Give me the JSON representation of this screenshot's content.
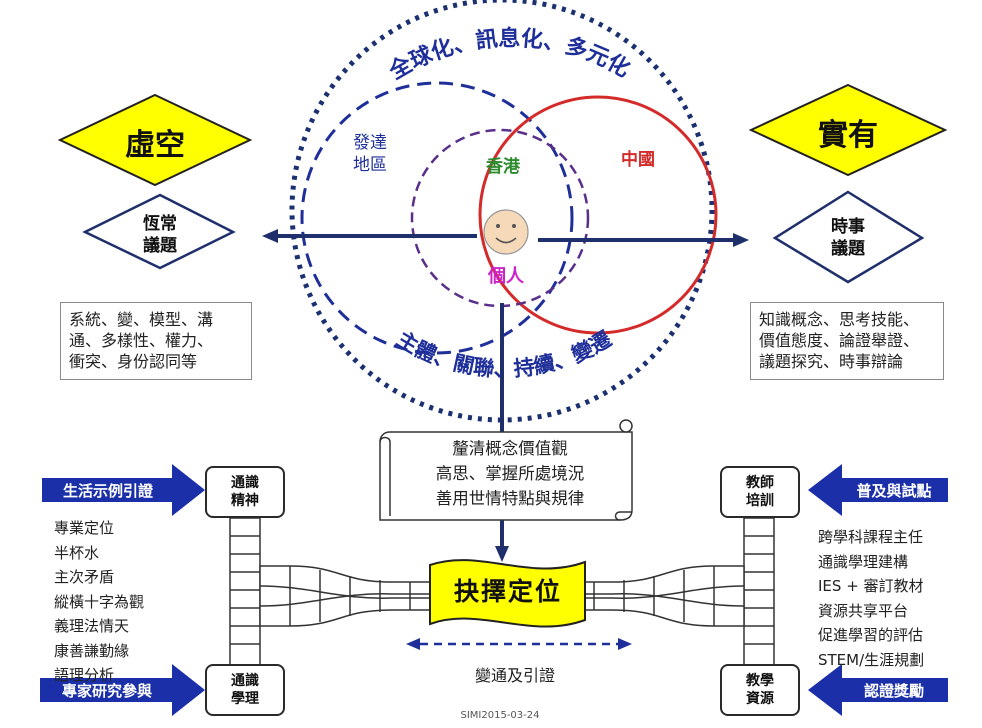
{
  "diamonds": {
    "left_big": "虛空",
    "right_big": "實有",
    "left_small": [
      "恆常",
      "議題"
    ],
    "right_small": [
      "時事",
      "議題"
    ]
  },
  "circles": {
    "outer_top": "全球化、訊息化、多元化",
    "outer_bottom": "主體、關聯、持續、變遷",
    "developed": [
      "發達",
      "地區"
    ],
    "hongkong": "香港",
    "china": "中國",
    "individual": "個人"
  },
  "left_box": [
    "系統、變、模型、溝",
    "通、多樣性、權力、",
    "衝突、身份認同等"
  ],
  "right_box": [
    "知識概念、思考技能、",
    "價值態度、論證舉證、",
    "議題探究、時事辯論"
  ],
  "scroll": [
    "釐清概念價值觀",
    "高思、掌握所處境況",
    "善用世情特點與規律"
  ],
  "center_banner": "抉擇定位",
  "bottom_label": "變通及引證",
  "nodes": {
    "tl": [
      "通識",
      "精神"
    ],
    "bl": [
      "通識",
      "學理"
    ],
    "tr": [
      "教師",
      "培訓"
    ],
    "br": [
      "教學",
      "資源"
    ]
  },
  "blue_arrows": {
    "left_top": "生活示例引證",
    "left_bottom": "專家研究參與",
    "right_top": "普及與試點",
    "right_bottom": "認證獎勵"
  },
  "left_list": [
    "專業定位",
    "半杯水",
    "主次矛盾",
    "縱橫十字為觀",
    "義理法情天",
    "康善謙勤緣",
    "語理分析"
  ],
  "right_list": [
    "跨學科課程主任",
    "通識學理建構",
    "IES + 審訂教材",
    "資源共享平台",
    "促進學習的評估",
    "STEM/生涯規劃"
  ],
  "footer": "SIMI2015-03-24",
  "colors": {
    "diamond_fill": "#ffff00",
    "navy": "#1f2f6b",
    "outer_dots": "#1a3070",
    "developed_circle": "#1f2f9a",
    "china_circle": "#d42a2a",
    "hongkong_circle": "#5a2f8a",
    "hongkong_text": "#2b8a2b",
    "individual_text": "#cc22cc",
    "arrow_blue": "#1a2fa8",
    "face": "#f6d9b8"
  }
}
